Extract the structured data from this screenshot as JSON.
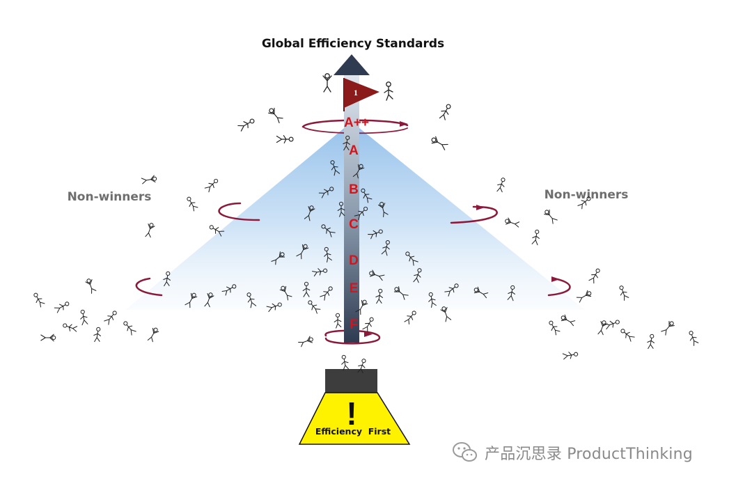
{
  "title": "Global Efficiency Standards",
  "left_label": "Non-winners",
  "right_label": "Non-winners",
  "flag": {
    "number": "1",
    "color": "#8b1a1a"
  },
  "grades": [
    {
      "label": "A++"
    },
    {
      "label": "A"
    },
    {
      "label": "B"
    },
    {
      "label": "C"
    },
    {
      "label": "D"
    },
    {
      "label": "E"
    },
    {
      "label": "F"
    }
  ],
  "base": {
    "symbol": "!",
    "label": "Efficiency  First",
    "color": "#fff200"
  },
  "watermark": {
    "icon": "wechat-icon",
    "text": "产品沉思录 ProductThinking"
  },
  "colors": {
    "grade_text": "#d4141c",
    "ring": "#8b1a3a",
    "arrow": "#2f3b50",
    "cone": "#a9cdf0"
  }
}
